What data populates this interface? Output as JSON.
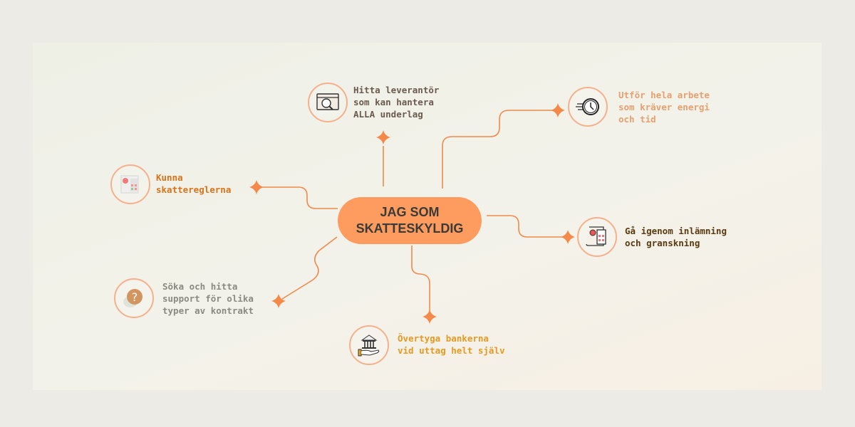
{
  "center": {
    "title": "JAG SOM\nSKATTESKYLDIG"
  },
  "nodes": [
    {
      "id": "hitta",
      "label": "Hitta leverantör\nsom kan hantera\nALLA underlag",
      "icon": "browser-search-icon",
      "color": "#6b5a4e"
    },
    {
      "id": "utfor",
      "label": "Utför hela arbete\nsom kräver energi\noch tid",
      "icon": "fast-clock-icon",
      "color": "#e6a070"
    },
    {
      "id": "kunna",
      "label": "Kunna\nskattereglerna",
      "icon": "tax-calculator-icon",
      "color": "#d9731a"
    },
    {
      "id": "ga",
      "label": "Gå igenom inlämning\noch granskning",
      "icon": "invoice-calculator-icon",
      "color": "#5a3a10"
    },
    {
      "id": "soka",
      "label": "Söka och hitta\nsupport för olika\ntyper av kontrakt",
      "icon": "question-bubble-icon",
      "color": "#8a8a80"
    },
    {
      "id": "overtyga",
      "label": "Övertyga bankerna\nvid uttag helt själv",
      "icon": "bank-hand-icon",
      "color": "#e69a22"
    }
  ],
  "colors": {
    "accent": "#fd9c5e",
    "line": "#f08a4b",
    "ring": "#f6b08c"
  }
}
